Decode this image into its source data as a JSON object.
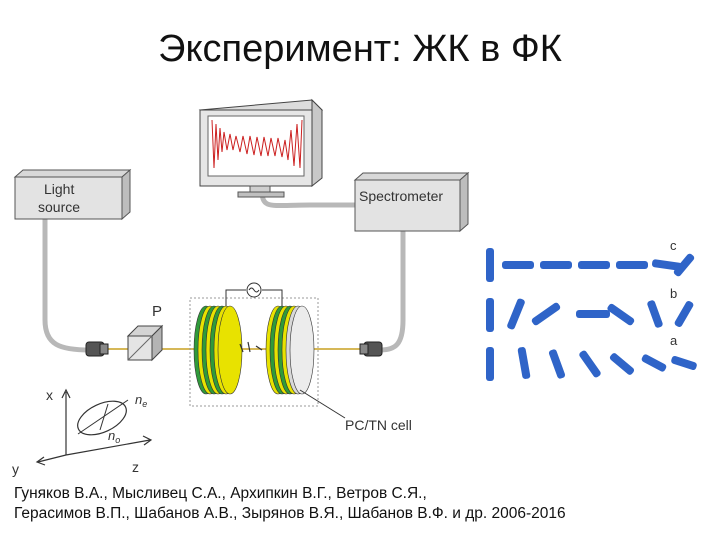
{
  "title": "Эксперимент: ЖК в ФК",
  "labels": {
    "light_source_line1": "Light",
    "light_source_line2": "source",
    "spectrometer": "Spectrometer",
    "polarizer": "P",
    "cell": "PC/TN cell",
    "axis_x": "x",
    "axis_y": "y",
    "axis_z": "z",
    "ne": "n",
    "ne_sub": "e",
    "no": "n",
    "no_sub": "o",
    "row_c": "c",
    "row_b": "b",
    "row_a": "a"
  },
  "authors": {
    "line1": "Гуняков В.А., Мысливец С.А., Архипкин В.Г., Ветров С.Я.,",
    "line2": "Герасимов В.П., Шабанов А.В., Зырянов В.Я., Шабанов В.Ф. и др. 2006-2016"
  },
  "colors": {
    "molecule": "#2f64c8",
    "spectrum": "#cc2020",
    "electrode": "#e8e200",
    "layer_green": "#2f9a3a",
    "cable": "#b8b8b8",
    "beam": "#c8a020"
  }
}
